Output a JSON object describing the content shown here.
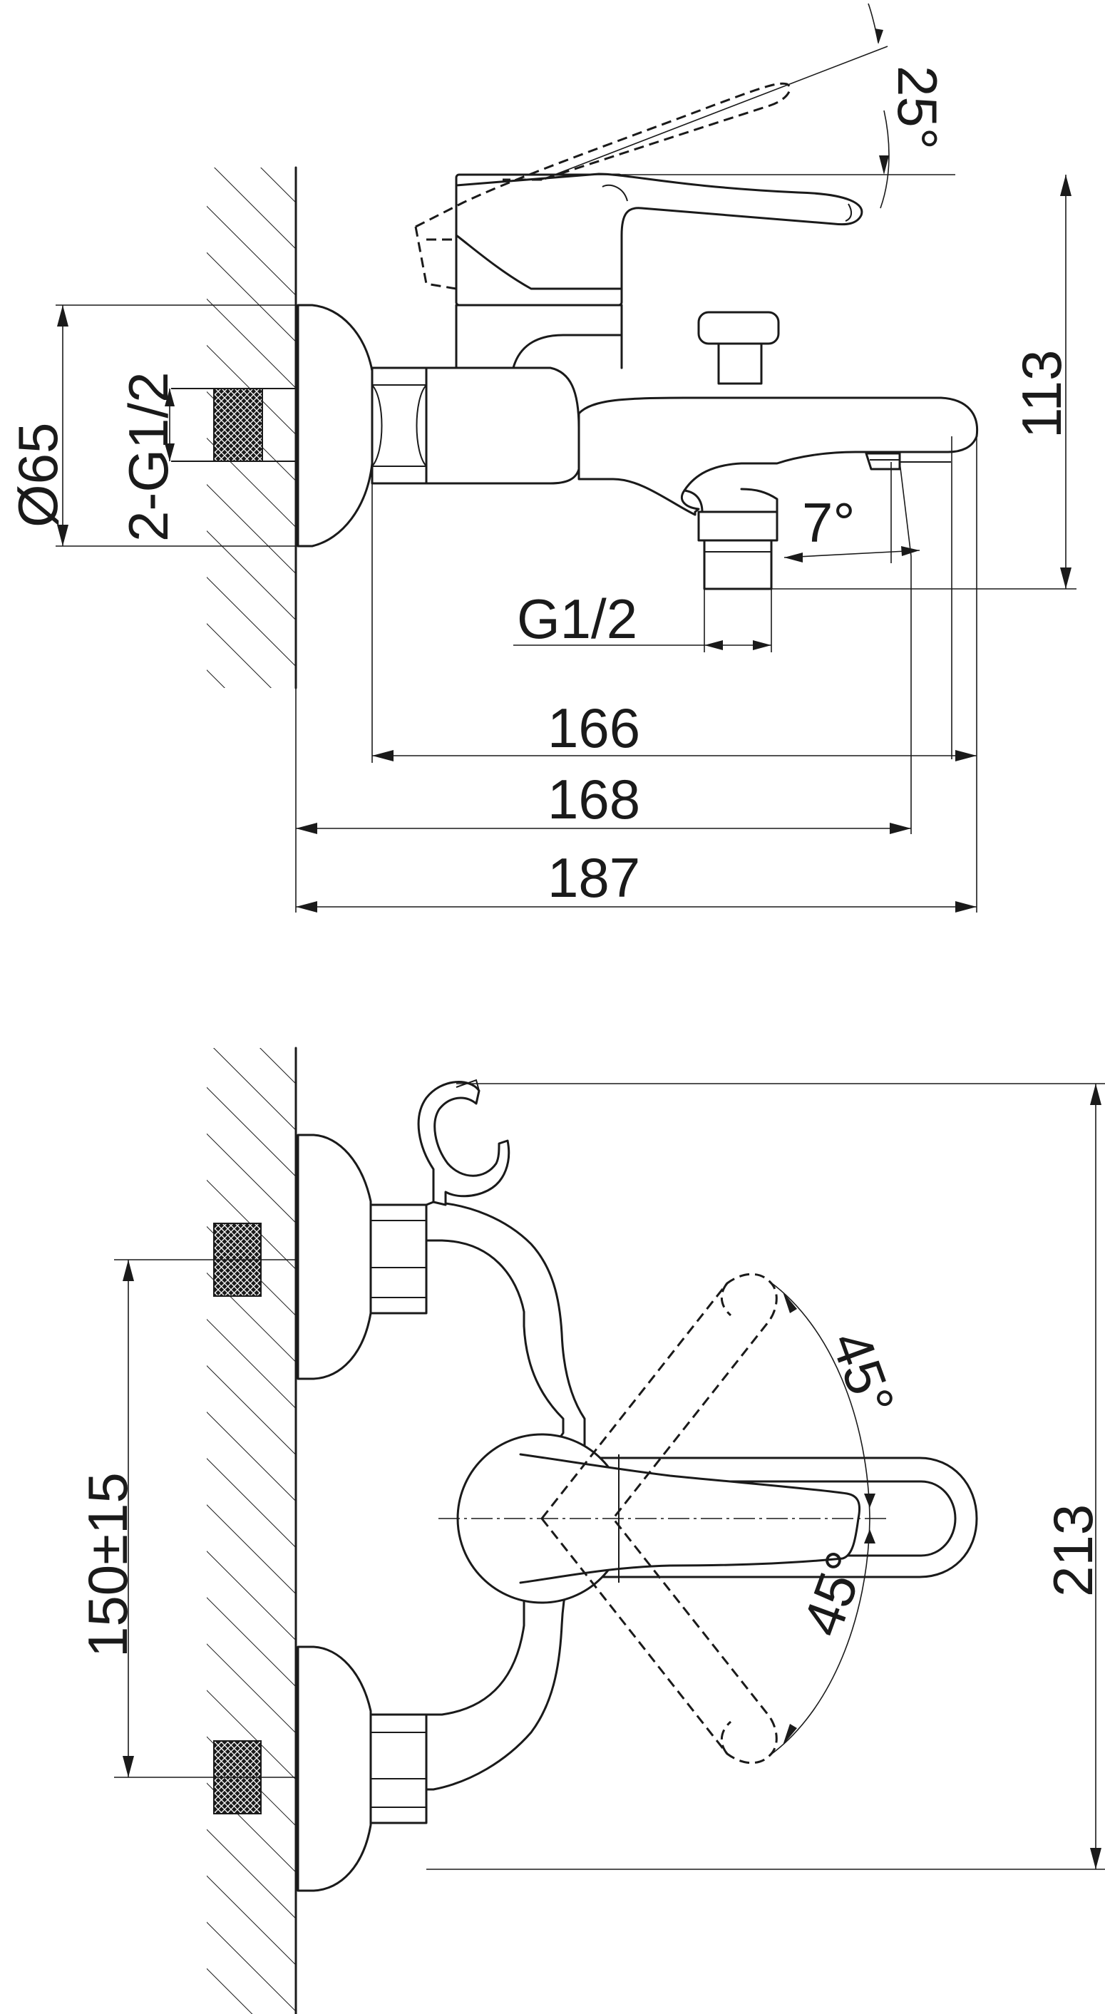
{
  "side_view": {
    "labels": {
      "diameter": "Ø65",
      "inlet_thread": "2-G1/2",
      "outlet_thread": "G1/2",
      "lever_angle": "25°",
      "spout_angle": "7°",
      "height": "113",
      "length_spout": "166",
      "length_outlet": "168",
      "length_total": "187"
    }
  },
  "front_view": {
    "labels": {
      "inlet_spacing": "150±15",
      "height_total": "213",
      "lever_angle_upper": "45°",
      "lever_angle_lower": "45°"
    }
  },
  "colors": {
    "line": "#1a1a1a",
    "background": "#ffffff"
  }
}
